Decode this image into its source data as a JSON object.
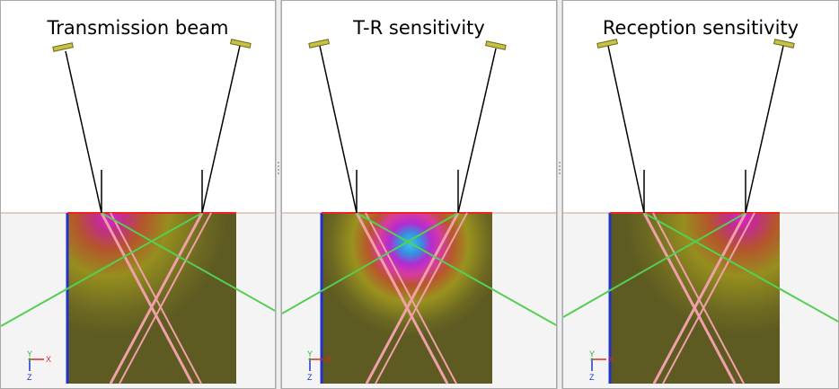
{
  "panels": [
    {
      "title": "Transmission beam"
    },
    {
      "title": "T-R sensitivity"
    },
    {
      "title": "Reception sensitivity"
    }
  ],
  "triad": {
    "x_label": "X",
    "y_label": "Y",
    "z_label": "Z"
  },
  "colors": {
    "field_background": "#5d5a22",
    "field_mid": "#8f8a20",
    "field_high_red": "#b94a2a",
    "field_peak_magenta": "#d030c8",
    "field_peak_cyan": "#39c8e6",
    "interface_line": "#c8a090",
    "beam_pink": "#f0a0a8",
    "beam_green": "#54cf54",
    "edge_blue": "#2233cc",
    "edge_red": "#ee2222",
    "probe_yellow": "#c8c240"
  }
}
